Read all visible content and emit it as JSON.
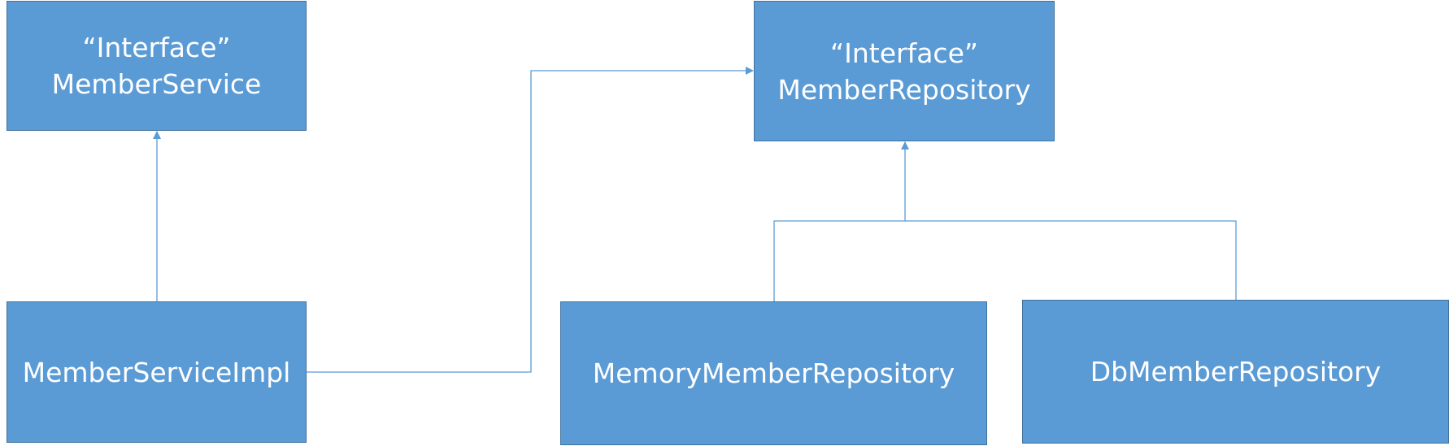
{
  "diagram": {
    "nodes": {
      "member_service": {
        "stereotype": "“Interface”",
        "name": "MemberService"
      },
      "member_repository": {
        "stereotype": "“Interface”",
        "name": "MemberRepository"
      },
      "member_service_impl": {
        "name": "MemberServiceImpl"
      },
      "memory_member_repository": {
        "name": "MemoryMemberRepository"
      },
      "db_member_repository": {
        "name": "DbMemberRepository"
      }
    },
    "edges": [
      {
        "from": "MemberServiceImpl",
        "to": "MemberService"
      },
      {
        "from": "MemberServiceImpl",
        "to": "MemberRepository"
      },
      {
        "from": "MemoryMemberRepository",
        "to": "MemberRepository"
      },
      {
        "from": "DbMemberRepository",
        "to": "MemberRepository"
      }
    ],
    "colors": {
      "box_fill": "#5b9bd5",
      "box_border": "#41719c",
      "box_text": "#ffffff",
      "connector": "#5b9bd5"
    }
  }
}
